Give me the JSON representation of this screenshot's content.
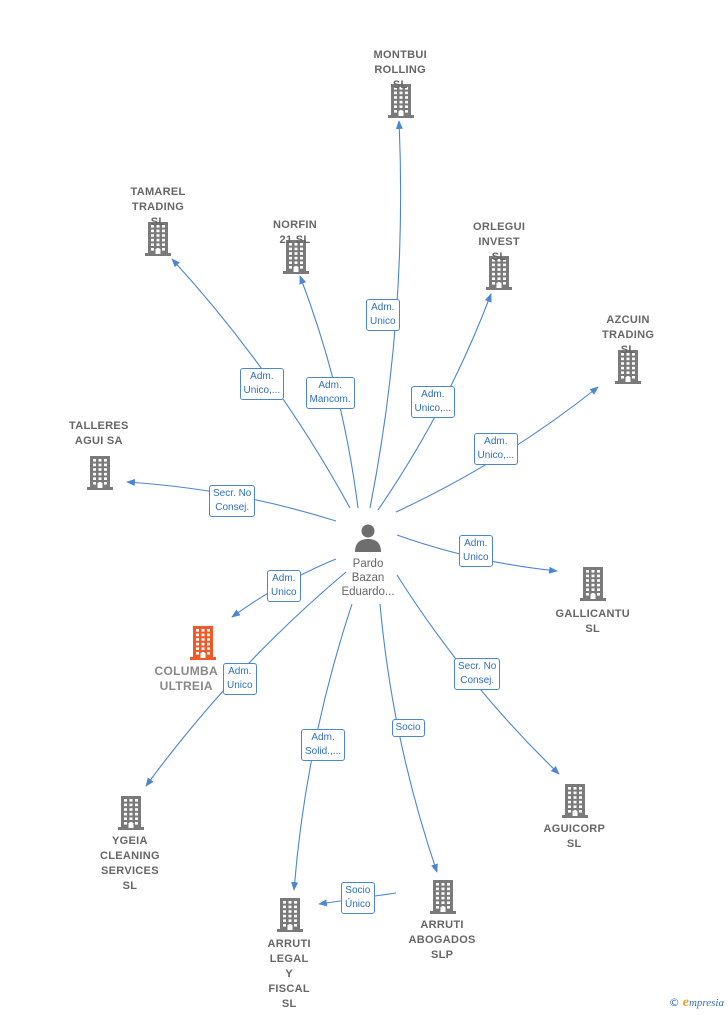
{
  "center": {
    "name": "Pardo\nBazan\nEduardo..."
  },
  "companies": [
    {
      "id": "montbui",
      "label": "MONTBUI\nROLLING SL"
    },
    {
      "id": "tamarel",
      "label": "TAMAREL\nTRADING SL"
    },
    {
      "id": "norfin",
      "label": "NORFIN 21 SL"
    },
    {
      "id": "orlegui",
      "label": "ORLEGUI\nINVEST SL"
    },
    {
      "id": "azcuin",
      "label": "AZCUIN\nTRADING SL"
    },
    {
      "id": "talleres",
      "label": "TALLERES\nAGUI SA"
    },
    {
      "id": "gallicantu",
      "label": "GALLICANTU\nSL"
    },
    {
      "id": "columba",
      "label": "COLUMBA\nULTREIA",
      "highlight": true
    },
    {
      "id": "ygeia",
      "label": "YGEIA\nCLEANING\nSERVICES SL"
    },
    {
      "id": "aguicorp",
      "label": "AGUICORP SL"
    },
    {
      "id": "arruti_abogados",
      "label": "ARRUTI\nABOGADOS SLP"
    },
    {
      "id": "arruti_legal",
      "label": "ARRUTI\nLEGAL Y\nFISCAL SL"
    }
  ],
  "relations": [
    {
      "to": "montbui",
      "label": "Adm.\nUnico"
    },
    {
      "to": "tamarel",
      "label": "Adm.\nUnico,..."
    },
    {
      "to": "norfin",
      "label": "Adm.\nMancom."
    },
    {
      "to": "orlegui",
      "label": "Adm.\nUnico,..."
    },
    {
      "to": "azcuin",
      "label": "Adm.\nUnico,..."
    },
    {
      "to": "talleres",
      "label": "Secr. No\nConsej."
    },
    {
      "to": "gallicantu",
      "label": "Adm.\nUnico"
    },
    {
      "to": "columba",
      "label": "Adm.\nUnico"
    },
    {
      "to": "ygeia",
      "label": "Adm.\nUnico"
    },
    {
      "to": "aguicorp",
      "label": "Secr. No\nConsej."
    },
    {
      "to": "arruti_abogados",
      "label": "Socio"
    },
    {
      "to": "arruti_legal",
      "label": "Adm.\nSolid.,..."
    },
    {
      "from": "arruti_abogados",
      "to": "arruti_legal",
      "label": "Socio\nÚnico"
    }
  ],
  "colors": {
    "edge": "#4a86d4",
    "building": "#7a7a7a",
    "highlight": "#f05a28",
    "person": "#6e6e6e"
  },
  "footer": {
    "copyright": "©",
    "brand_initial": "e",
    "brand_rest": "mpresia"
  }
}
